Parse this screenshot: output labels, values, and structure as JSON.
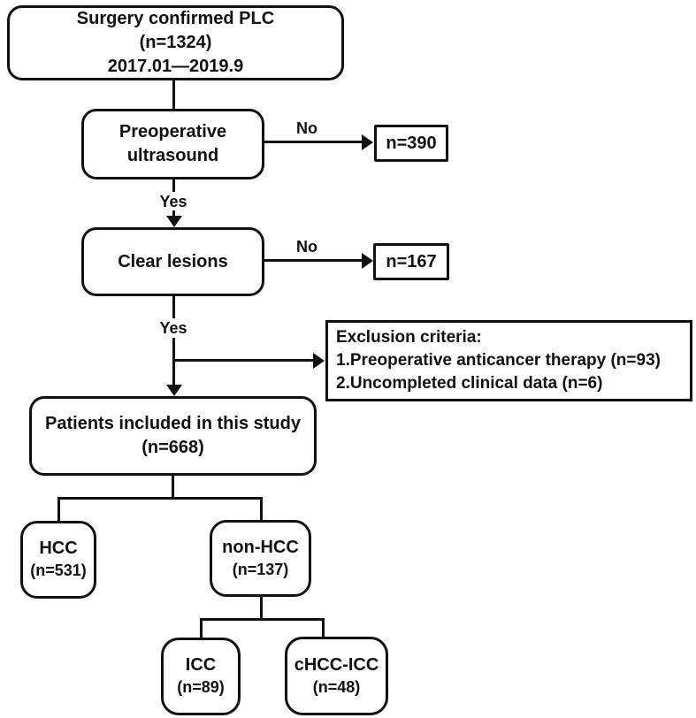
{
  "flowchart": {
    "nodes": {
      "plc": {
        "lines": [
          "Surgery confirmed PLC",
          "(n=1324)",
          "2017.01—2019.9"
        ]
      },
      "preop": {
        "lines": [
          "Preoperative",
          "ultrasound"
        ]
      },
      "n390": {
        "label": "n=390"
      },
      "clear": {
        "label": "Clear lesions"
      },
      "n167": {
        "label": "n=167"
      },
      "exclusion": {
        "lines": [
          "Exclusion criteria:",
          "1.Preoperative anticancer therapy (n=93)",
          "2.Uncompleted clinical data (n=6)"
        ]
      },
      "patients": {
        "lines": [
          "Patients included in this study",
          "(n=668)"
        ]
      },
      "hcc": {
        "lines": [
          "HCC",
          "(n=531)"
        ]
      },
      "nonhcc": {
        "lines": [
          "non-HCC",
          "(n=137)"
        ]
      },
      "icc": {
        "lines": [
          "ICC",
          "(n=89)"
        ]
      },
      "chcc": {
        "lines": [
          "cHCC-ICC",
          "(n=48)"
        ]
      }
    },
    "edge_labels": {
      "no_ultrasound": "No",
      "yes_ultrasound": "Yes",
      "no_lesions": "No",
      "yes_lesions": "Yes"
    },
    "colors": {
      "ink": "#111111",
      "background": "#ffffff"
    }
  }
}
